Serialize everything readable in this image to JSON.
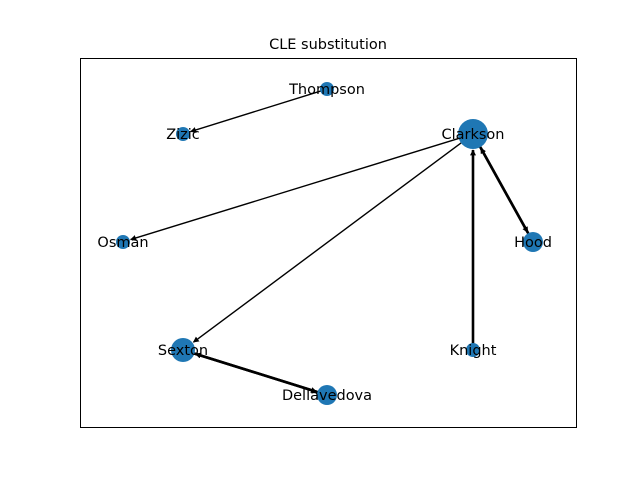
{
  "title": "CLE substitution",
  "colors": {
    "node": "#1f77b4",
    "edge": "#000000",
    "frame": "#000000",
    "background": "#ffffff"
  },
  "nodes": [
    {
      "id": "thompson",
      "label": "Thompson"
    },
    {
      "id": "zizic",
      "label": "Zizic"
    },
    {
      "id": "clarkson",
      "label": "Clarkson"
    },
    {
      "id": "osman",
      "label": "Osman"
    },
    {
      "id": "hood",
      "label": "Hood"
    },
    {
      "id": "sexton",
      "label": "Sexton"
    },
    {
      "id": "knight",
      "label": "Knight"
    },
    {
      "id": "dellavedova",
      "label": "Dellavedova"
    }
  ],
  "edges": [
    {
      "source": "thompson",
      "target": "zizic",
      "weight": 1
    },
    {
      "source": "clarkson",
      "target": "osman",
      "weight": 1
    },
    {
      "source": "clarkson",
      "target": "sexton",
      "weight": 1
    },
    {
      "source": "clarkson",
      "target": "hood",
      "weight": 2
    },
    {
      "source": "hood",
      "target": "clarkson",
      "weight": 2
    },
    {
      "source": "knight",
      "target": "clarkson",
      "weight": 2
    },
    {
      "source": "sexton",
      "target": "dellavedova",
      "weight": 2
    },
    {
      "source": "dellavedova",
      "target": "sexton",
      "weight": 2
    }
  ]
}
